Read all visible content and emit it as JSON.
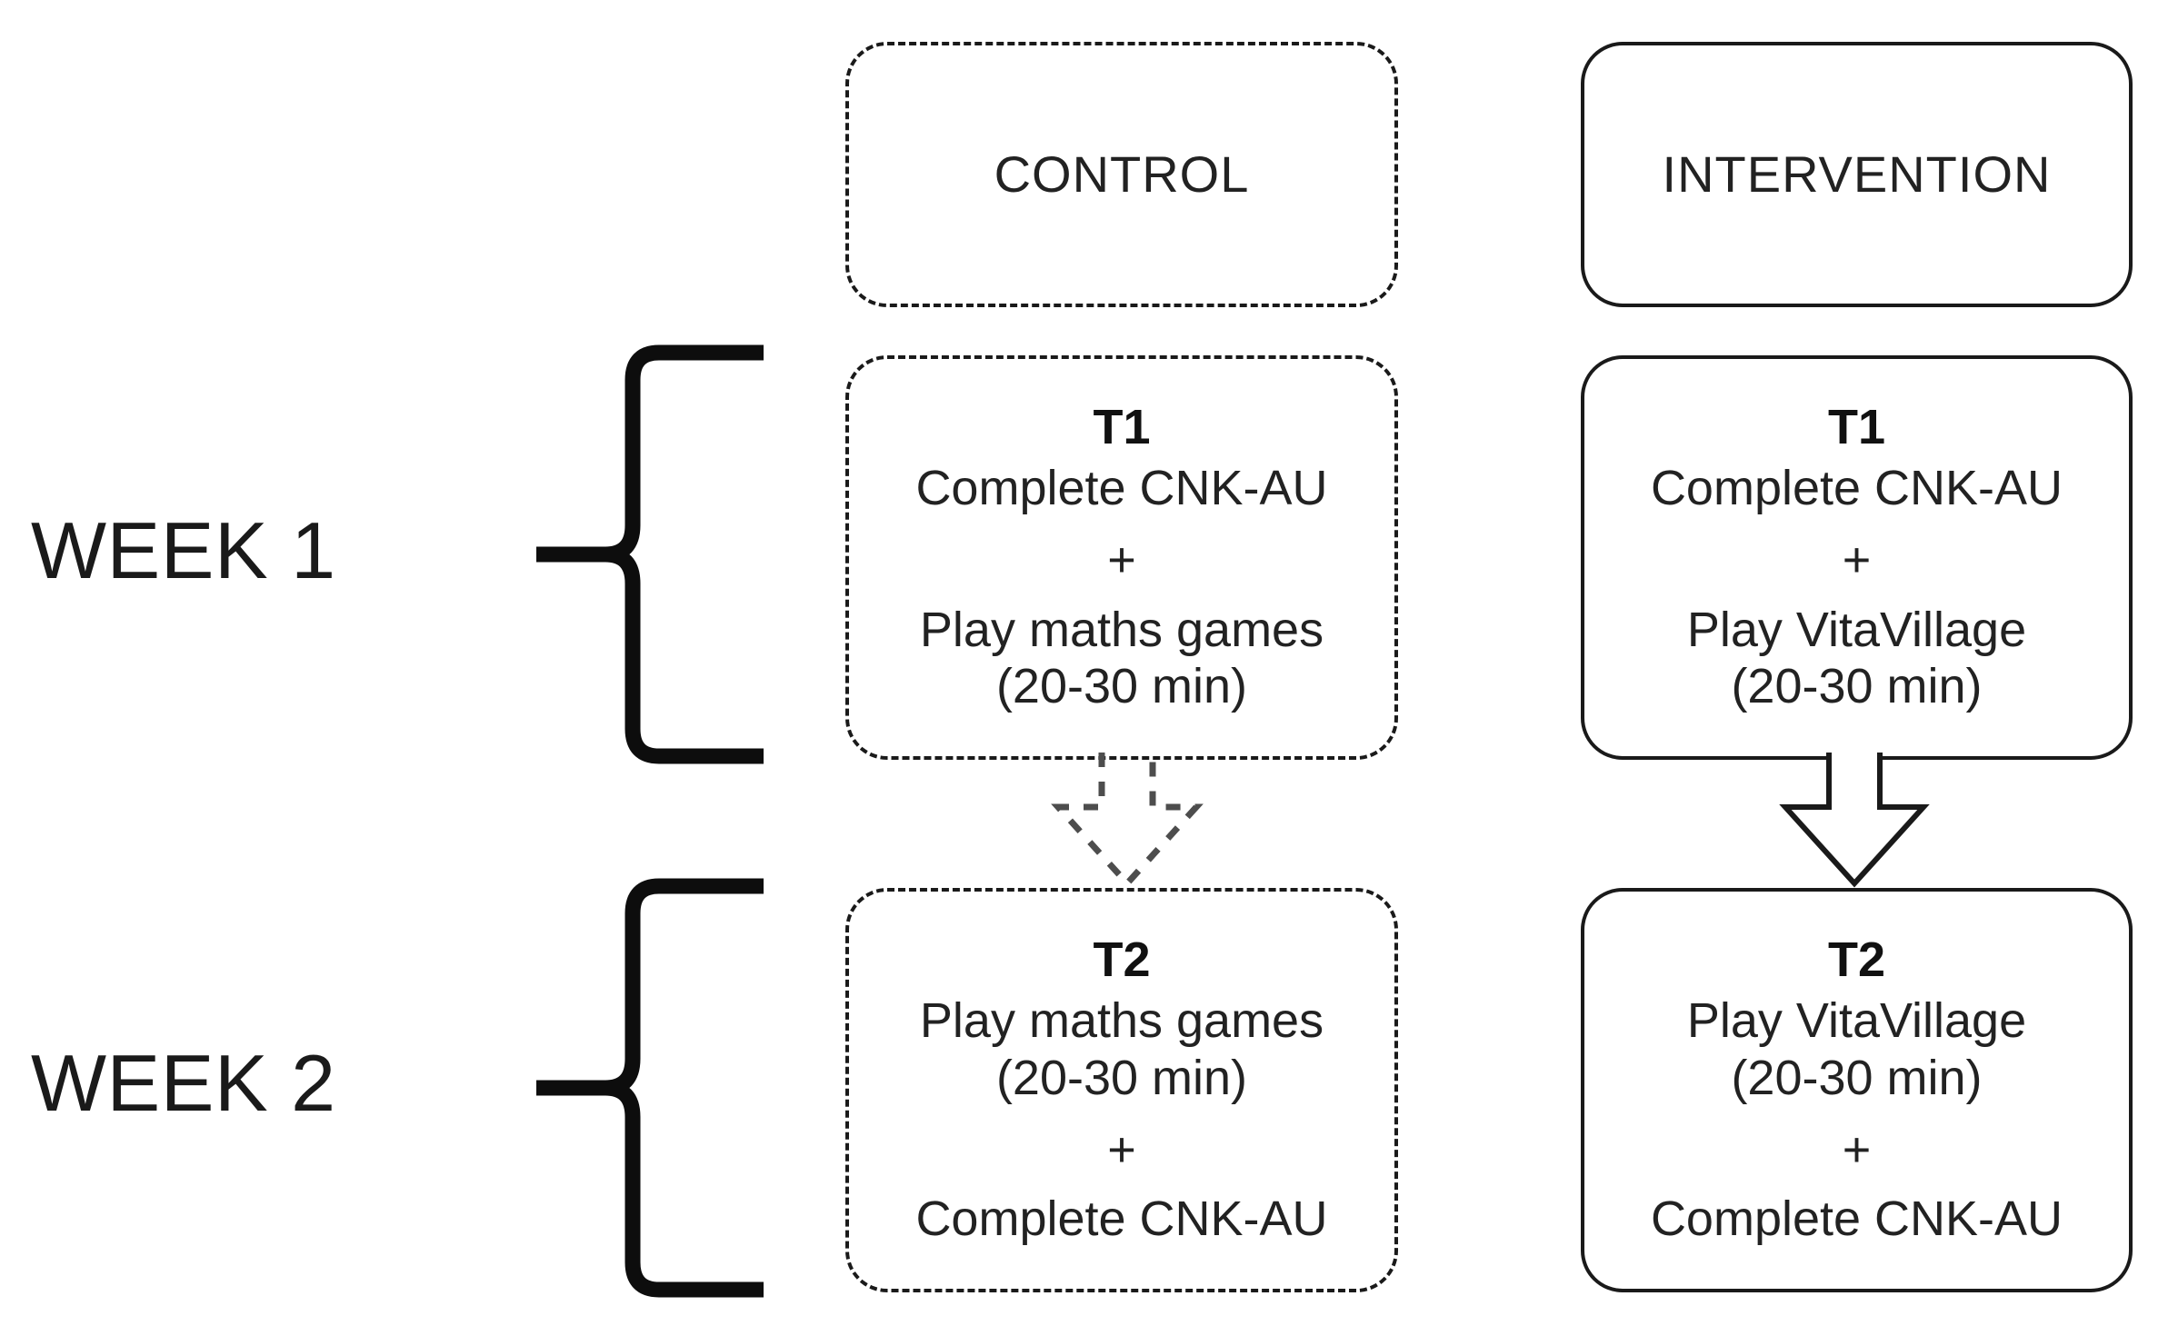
{
  "diagram": {
    "title_hidden": "",
    "week_labels": [
      {
        "id": "week-1",
        "text": "WEEK 1"
      },
      {
        "id": "week-2",
        "text": "WEEK 2"
      }
    ],
    "columns": [
      {
        "id": "control",
        "header": "CONTROL",
        "style": "dashed",
        "stages": [
          {
            "id": "control-t1",
            "title": "T1",
            "line1": "Complete CNK-AU",
            "plus": "+",
            "line2": "Play maths games",
            "line3": "(20-30 min)"
          },
          {
            "id": "control-t2",
            "title": "T2",
            "line1": "Play maths games",
            "line1b": "(20-30 min)",
            "plus": "+",
            "line2": "Complete CNK-AU",
            "line3": ""
          }
        ],
        "arrow": {
          "id": "control-flow-arrow",
          "style": "dashed",
          "direction": "down"
        }
      },
      {
        "id": "intervention",
        "header": "INTERVENTION",
        "style": "solid",
        "stages": [
          {
            "id": "intervention-t1",
            "title": "T1",
            "line1": "Complete CNK-AU",
            "plus": "+",
            "line2": "Play VitaVillage",
            "line3": "(20-30 min)"
          },
          {
            "id": "intervention-t2",
            "title": "T2",
            "line1": "Play VitaVillage",
            "line1b": "(20-30 min)",
            "plus": "+",
            "line2": "Complete CNK-AU",
            "line3": ""
          }
        ],
        "arrow": {
          "id": "intervention-flow-arrow",
          "style": "solid",
          "direction": "down"
        }
      }
    ],
    "colors": {
      "ink": "#1a1a1a",
      "text": "#222222",
      "background": "#ffffff"
    }
  }
}
